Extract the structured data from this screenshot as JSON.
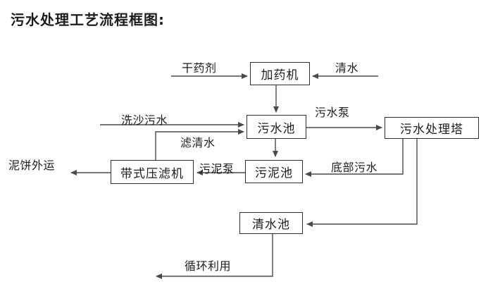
{
  "title": "污水处理工艺流程框图:",
  "nodes": {
    "dosing_machine": "加药机",
    "sewage_pool": "污水池",
    "treatment_tower": "污水处理塔",
    "sludge_pool": "污泥池",
    "belt_filter_press": "带式压滤机",
    "clean_water_pool": "清水池"
  },
  "labels": {
    "dry_chemical": "干药剂",
    "clean_water": "清水",
    "sand_washing_sewage": "洗沙污水",
    "filtered_water": "滤清水",
    "sewage_pump": "污水泵",
    "bottom_sewage": "底部污水",
    "sludge_pump": "污泥泵",
    "mud_cake_out": "泥饼外运",
    "recycling": "循环利用"
  },
  "colors": {
    "background": "#ffffff",
    "line": "#4a4a4a",
    "box_border": "#2e2e2e",
    "text": "#1c1c1c"
  }
}
